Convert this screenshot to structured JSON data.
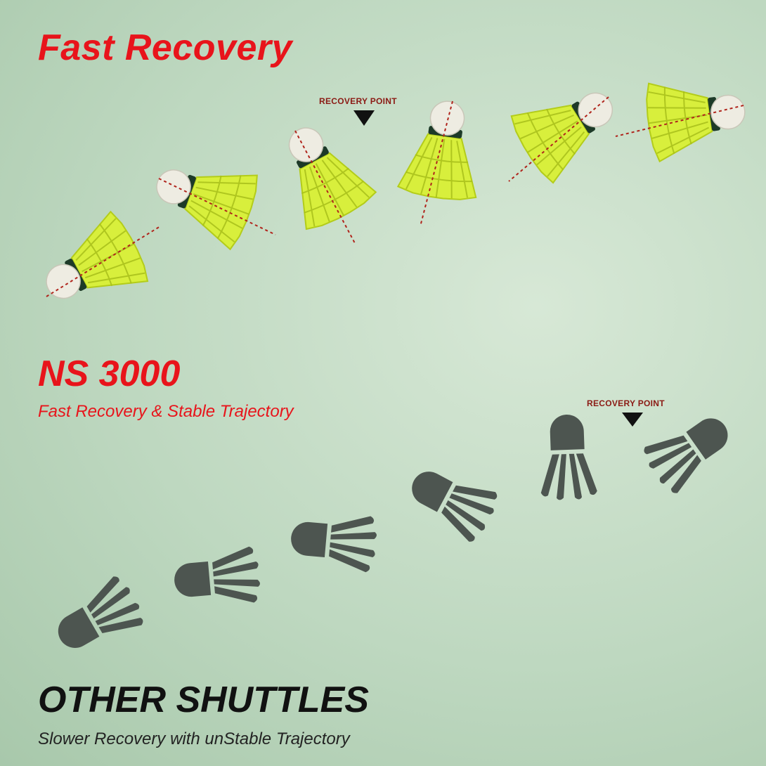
{
  "headings": {
    "fast_recovery": "Fast Recovery",
    "ns_title": "NS 3000",
    "ns_subtitle": "Fast Recovery & Stable Trajectory",
    "other_title": "OTHER SHUTTLES",
    "other_subtitle": "Slower Recovery with unStable Trajectory"
  },
  "markers": {
    "ns_recovery_label": "RECOVERY POINT",
    "other_recovery_label": "RECOVERY POINT"
  },
  "colors": {
    "accent_red": "#e8141b",
    "nylon_yellow": "#d9f03a",
    "silhouette_gray": "#4d5550",
    "background": "#c6dcc6"
  },
  "illustrations": {
    "ns_shuttles": {
      "icon": "yellow-nylon-shuttlecock-icon",
      "count": 6
    },
    "other_shuttles": {
      "icon": "gray-shuttlecock-silhouette-icon",
      "count": 6
    }
  }
}
